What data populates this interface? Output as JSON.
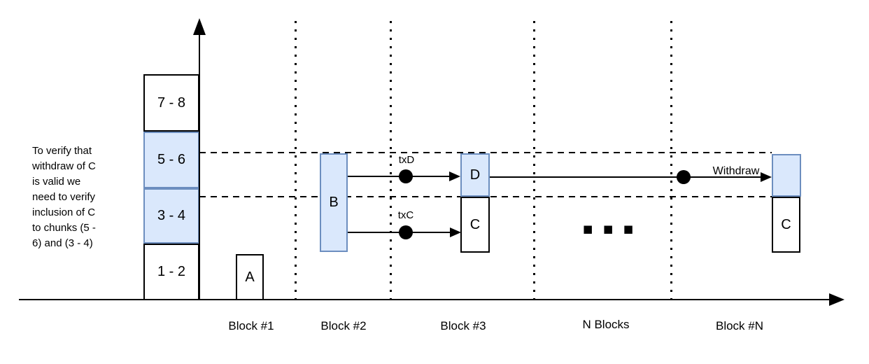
{
  "colors": {
    "highlight_fill": "#dae8fc",
    "highlight_border": "#6c8ebf",
    "line_color": "#000000",
    "background": "#ffffff"
  },
  "annotation": {
    "text": "To verify that\nwithdraw of C\nis valid we\nneed to verify\ninclusion of C\nto chunks (5 -\n6) and (3 - 4)"
  },
  "chunk_stack": [
    {
      "label": "7 - 8",
      "highlighted": false
    },
    {
      "label": "5 - 6",
      "highlighted": true
    },
    {
      "label": "3 - 4",
      "highlighted": true
    },
    {
      "label": "1 - 2",
      "highlighted": false
    }
  ],
  "boxes": {
    "block1_tx": "A",
    "block2_tx": "B",
    "block3_tx_top": "D",
    "block3_tx_bottom": "C",
    "blockN_tx_bottom": "C"
  },
  "arrows": {
    "txd_label": "txD",
    "txc_label": "txC",
    "withdraw_label": "Withdraw"
  },
  "block_labels": [
    "Block #1",
    "Block #2",
    "Block #3",
    "N Blocks",
    "Block #N"
  ],
  "ellipsis": "■ ■ ■"
}
